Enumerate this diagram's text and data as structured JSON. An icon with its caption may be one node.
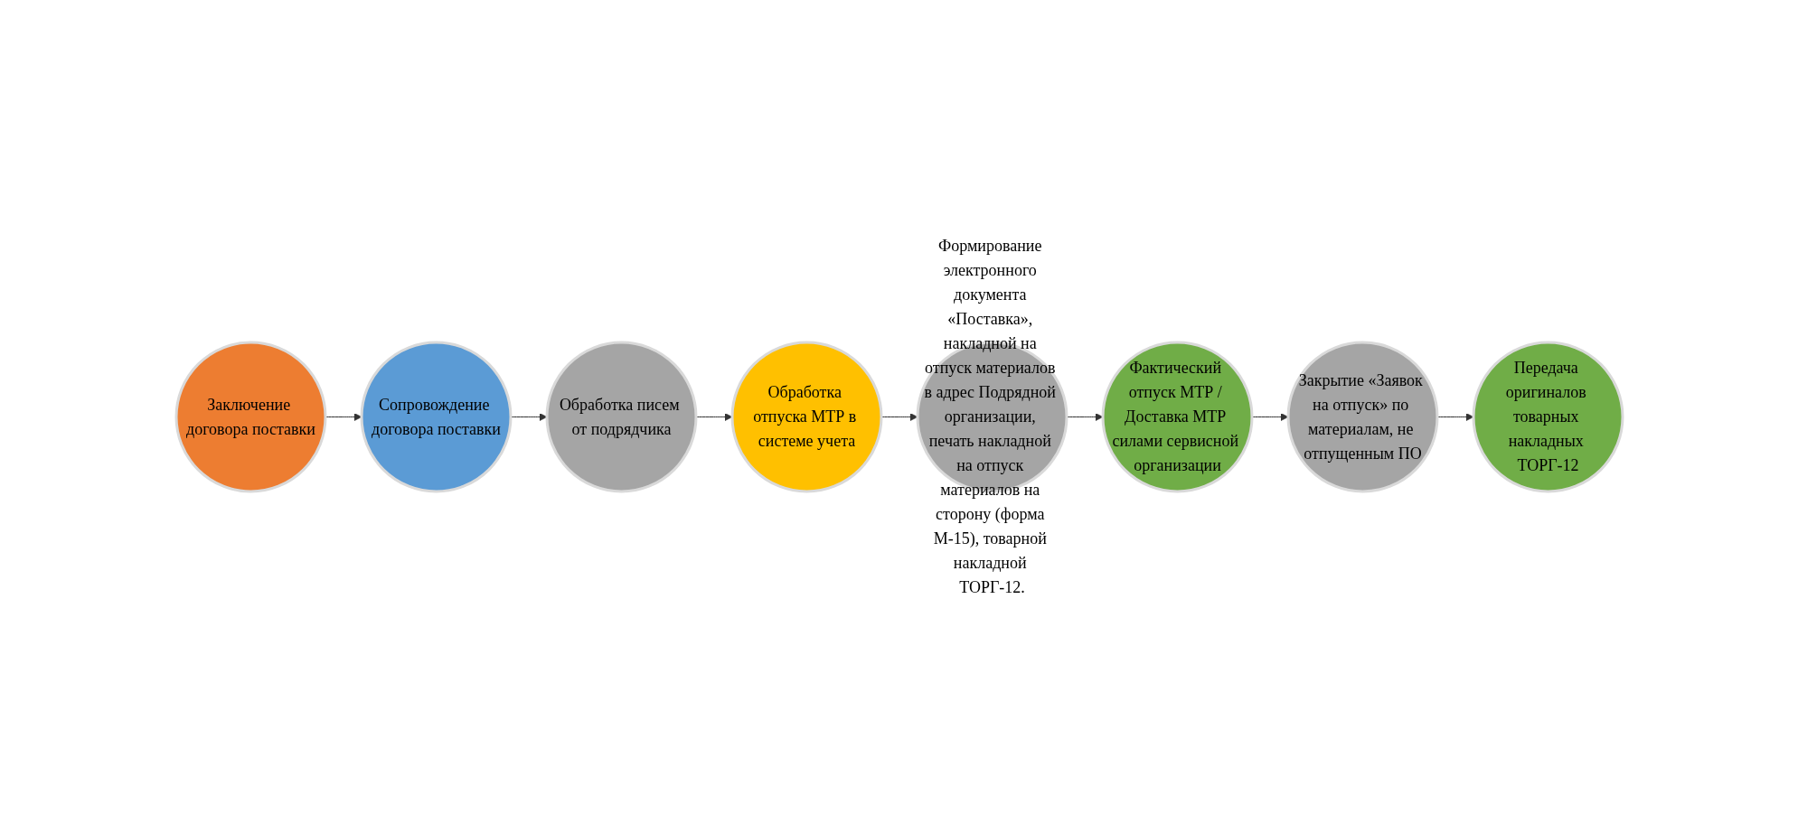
{
  "diagram": {
    "nodes": [
      {
        "text": [
          "Заключение договора поставки"
        ]
      },
      {
        "text": [
          "Сопровождение договора поставки"
        ]
      },
      {
        "text": [
          "Обработка писем от подрядчика"
        ]
      },
      {
        "text": [
          "Обработка отпуска МТР в системе учета"
        ]
      },
      {
        "text": [
          "Формирование электронного документа «Поставка», накладной на отпуск материалов в адрес Подрядной организации, печать накладной на отпуск материалов на сторону (форма М-15), товарной накладной ТОРГ-12."
        ]
      },
      {
        "text": [
          "Фактический отпуск МТР / Доставка МТР силами сервисной организации"
        ]
      },
      {
        "text": [
          "Закрытие «Заявок на отпуск» по материалам, не отпущенным ПО"
        ]
      },
      {
        "text": [
          "Передача оригиналов товарных накладных ТОРГ-12"
        ]
      }
    ],
    "edges": [
      {
        "from": 0,
        "to": 1,
        "arrow": "to"
      },
      {
        "from": 1,
        "to": 2,
        "arrow": "to"
      },
      {
        "from": 2,
        "to": 3,
        "arrow": "to"
      },
      {
        "from": 3,
        "to": 4,
        "arrow": "to"
      },
      {
        "from": 4,
        "to": 5,
        "arrow": "to"
      },
      {
        "from": 5,
        "to": 6,
        "arrow": "to"
      },
      {
        "from": 6,
        "to": 7,
        "arrow": "to"
      }
    ]
  }
}
